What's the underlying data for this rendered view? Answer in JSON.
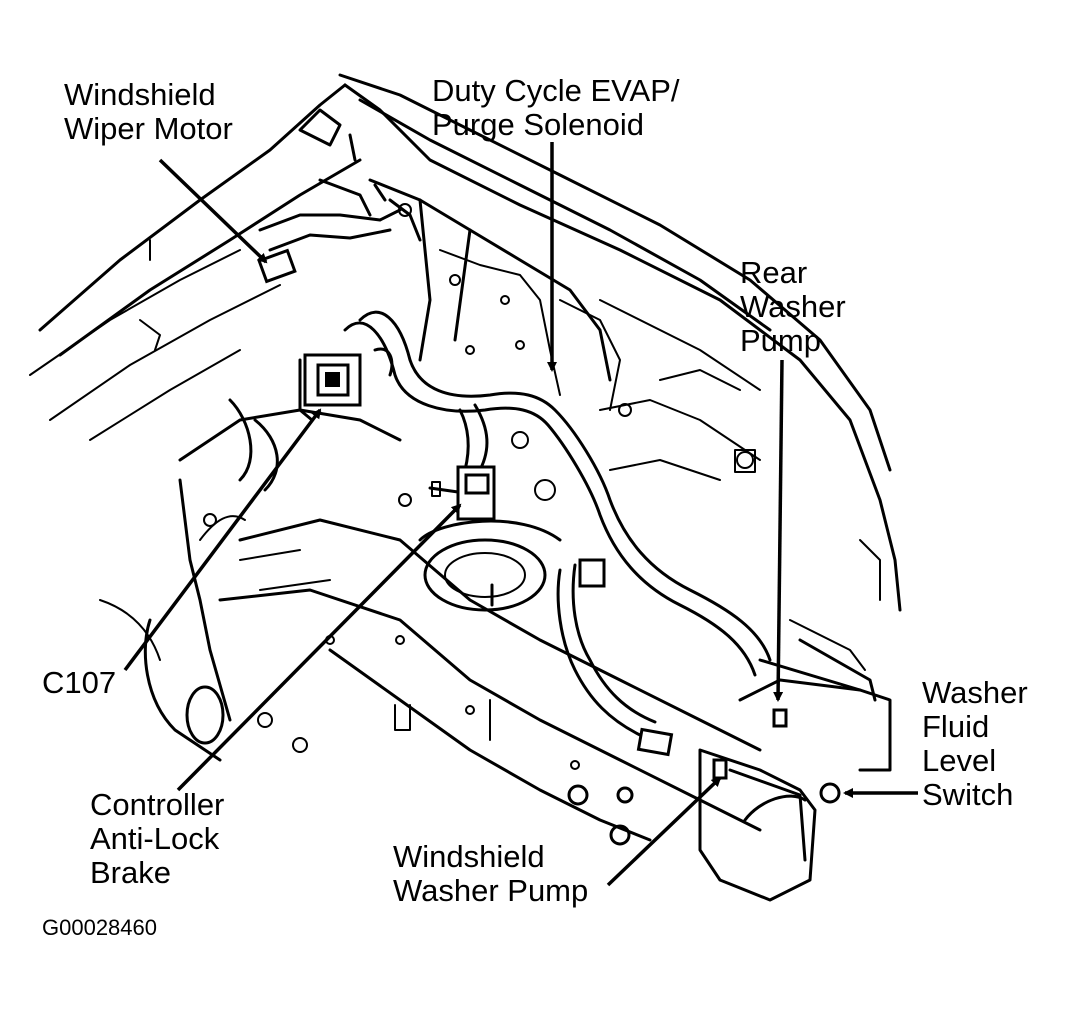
{
  "diagram": {
    "figure_id": "G00028460",
    "labels": {
      "windshield_wiper_motor": [
        "Windshield",
        "Wiper Motor"
      ],
      "evap_purge_solenoid": [
        "Duty Cycle EVAP/",
        "Purge Solenoid"
      ],
      "rear_washer_pump": [
        "Rear",
        "Washer",
        "Pump"
      ],
      "c107": [
        "C107"
      ],
      "controller_anti_lock_brake": [
        "Controller",
        "Anti-Lock",
        "Brake"
      ],
      "windshield_washer_pump": [
        "Windshield",
        "Washer Pump"
      ],
      "washer_fluid_level_switch": [
        "Washer",
        "Fluid",
        "Level",
        "Switch"
      ]
    }
  }
}
